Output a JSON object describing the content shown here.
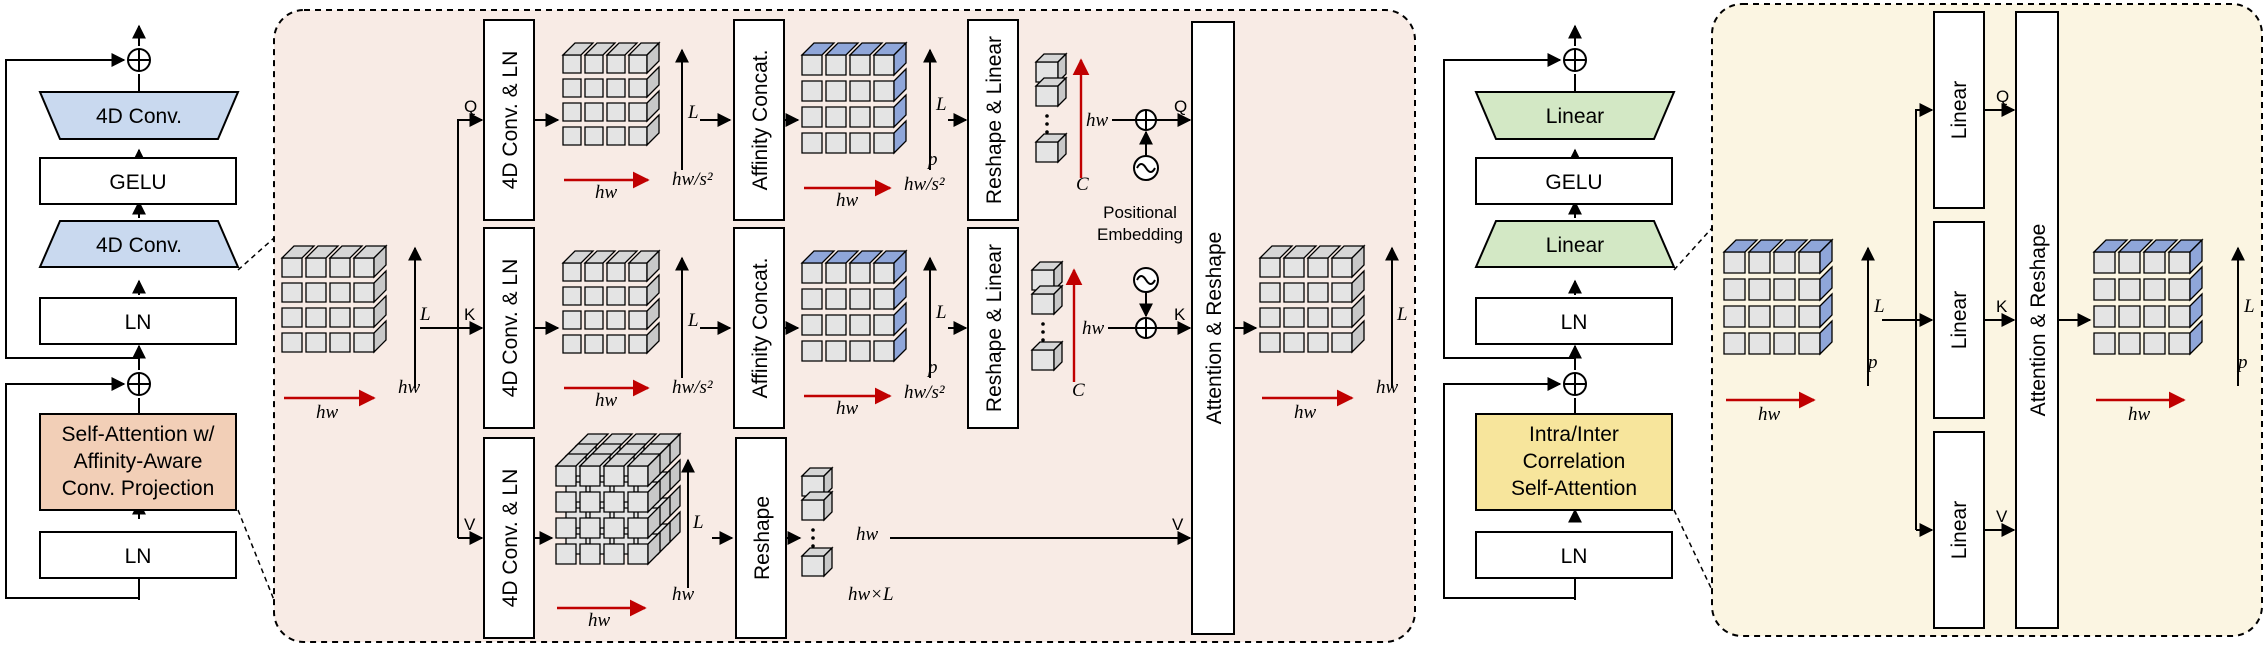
{
  "left_block": {
    "top_conv": "4D Conv.",
    "gelu": "GELU",
    "bottom_conv": "4D Conv.",
    "ln_top": "LN",
    "attention": [
      "Self-Attention w/",
      "Affinity-Aware",
      "Conv. Projection"
    ],
    "ln_bottom": "LN"
  },
  "middle_panel": {
    "conv_ln": "4D Conv. & LN",
    "affinity_concat": "Affinity Concat.",
    "reshape_linear": "Reshape & Linear",
    "reshape": "Reshape",
    "attention_reshape": "Attention & Reshape",
    "positional_embedding": [
      "Positional",
      "Embedding"
    ],
    "q": "Q",
    "k": "K",
    "v": "V",
    "dim_L": "L",
    "dim_hw": "hw",
    "dim_hw_s2": "hw/s²",
    "dim_p": "p",
    "dim_C": "C",
    "dim_hwxL": "hw×L"
  },
  "right_block": {
    "top_linear": "Linear",
    "gelu": "GELU",
    "bottom_linear": "Linear",
    "ln_top": "LN",
    "attention": [
      "Intra/Inter",
      "Correlation",
      "Self-Attention"
    ],
    "ln_bottom": "LN"
  },
  "right_panel": {
    "linear": "Linear",
    "attention_reshape": "Attention & Reshape",
    "q": "Q",
    "k": "K",
    "v": "V",
    "dim_L": "L",
    "dim_hw": "hw",
    "dim_p": "p"
  },
  "colors": {
    "conv_fill": "#c9d9ef",
    "linear_fill": "#d3e8c5",
    "attn_left_fill": "#f2cfb7",
    "attn_right_fill": "#f7e59c",
    "panel_left_bg": "#f8ebe5",
    "panel_right_bg": "#fbf5e2",
    "cube_gray": "#c8c8c8",
    "cube_blue": "#8fa6d9",
    "arrow_red": "#c00000"
  }
}
